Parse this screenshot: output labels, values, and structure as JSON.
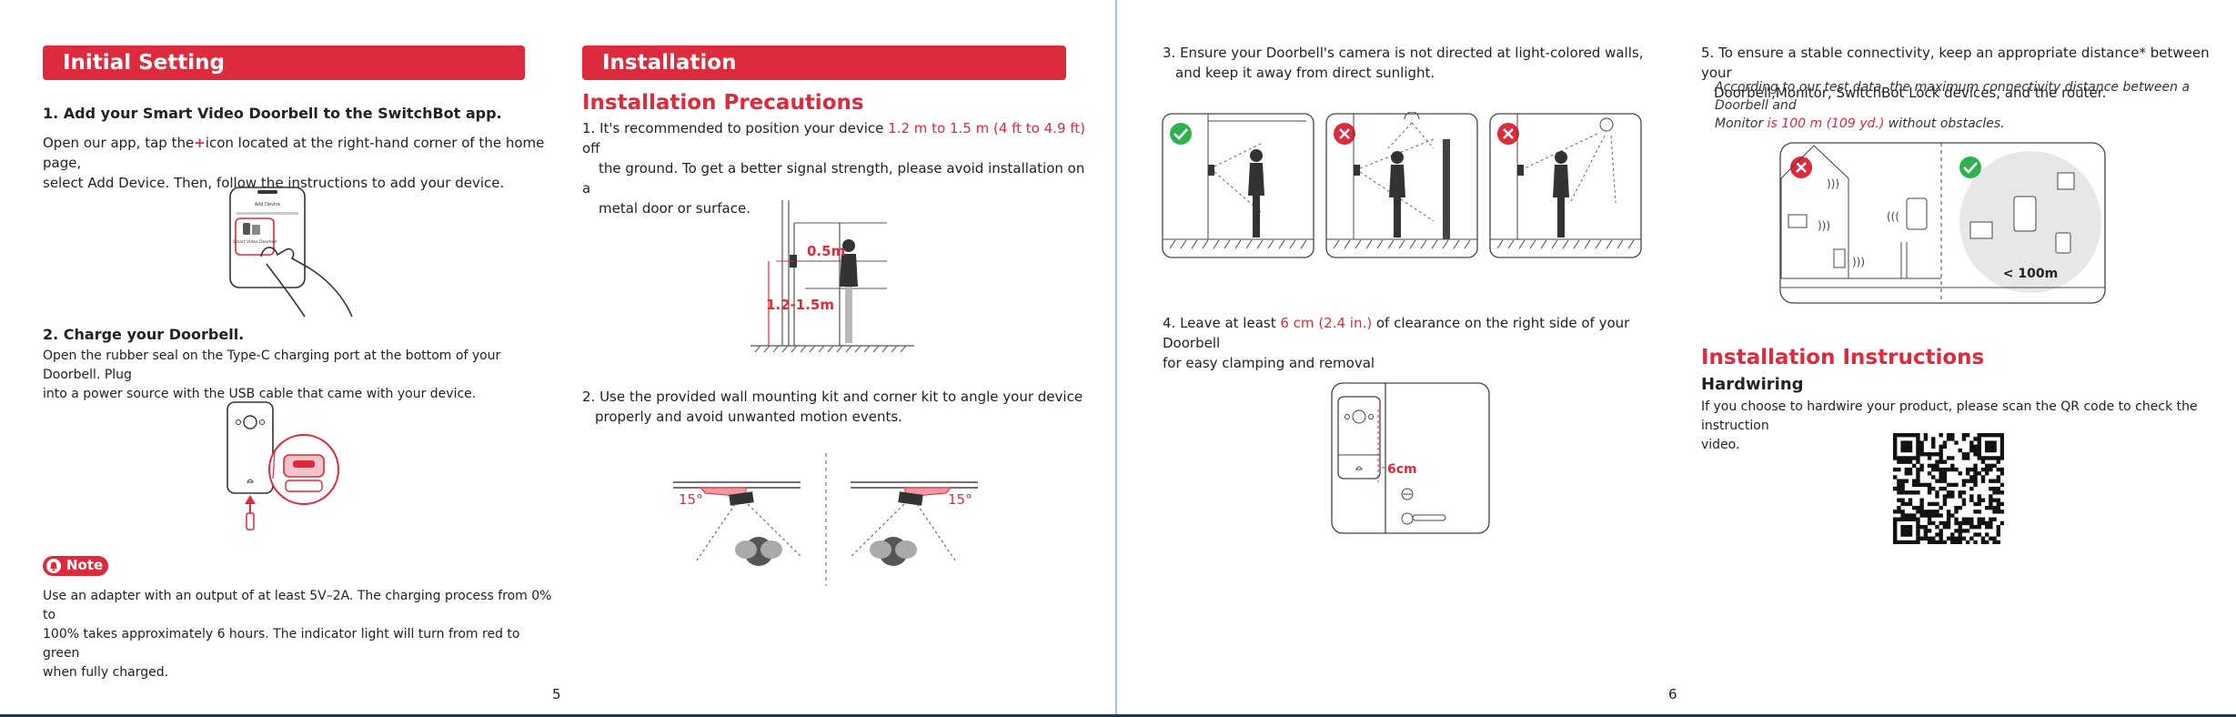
{
  "left_page": {
    "section1_title": "Initial Setting",
    "step1": {
      "heading": "1. Add your Smart Video Doorbell to the SwitchBot app.",
      "text_a": "Open our app, tap the",
      "plus_icon": "+",
      "text_b": "icon located at the right-hand corner of the home page,",
      "text_c": "select Add Device. Then, follow the instructions to add your device.",
      "phone_header": "Add Device",
      "phone_tile_label": "Smart Video Doorbell"
    },
    "step2": {
      "heading": "2. Charge your Doorbell.",
      "line1": "Open the rubber seal on the Type-C charging port at the bottom of your Doorbell. Plug",
      "line2": "into a power source with the USB cable that came with your device."
    },
    "note": {
      "label": "Note",
      "line1": "Use an adapter with an output of at least 5V–2A. The charging process from 0% to",
      "line2": "100% takes approximately 6 hours. The indicator light will turn from red to green",
      "line3": "when fully charged."
    },
    "page_number": "5",
    "section2_title": "Installation",
    "precautions_title": "Installation Precautions",
    "prec1": {
      "num": "1.",
      "a": "It's recommended to position your device ",
      "red": "1.2 m to 1.5 m (4 ft to 4.9 ft)",
      "b": " off",
      "line2": "the ground. To get a better signal strength, please avoid installation on a",
      "line3": "metal door or surface.",
      "fig_label_a": "0.5m",
      "fig_label_b": "1.2-1.5m"
    },
    "prec2": {
      "line1": "2. Use the provided wall mounting kit and corner kit to angle your device",
      "line2": "properly and avoid unwanted motion events.",
      "angle_left": "15°",
      "angle_right": "15°"
    }
  },
  "right_page": {
    "prec3": {
      "line1": "3. Ensure your Doorbell's camera is not directed at light-colored walls,",
      "line2": "and keep it  away from direct sunlight."
    },
    "prec4": {
      "a": "4. Leave at least ",
      "red": "6 cm (2.4 in.)",
      "b": " of clearance on the right side of your Doorbell",
      "line2": "for easy clamping and removal",
      "fig_label": "6cm"
    },
    "prec5": {
      "line1": "5. To ensure a stable connectivity, keep an appropriate distance* between your",
      "line2": "Doorbell,Monitor, SwitchBot Lock devices, and the router.",
      "note_a": "According to our test data, the maximum connectivity distance between a Doorbell and",
      "note_b": "Monitor ",
      "note_red": "is 100 m  (109 yd.)",
      "note_c": " without obstacles.",
      "fig_label": "< 100m"
    },
    "instructions_title": "Installation Instructions",
    "hardwiring": {
      "heading": "Hardwiring",
      "line1": "If you choose to hardwire your product, please scan the QR code to check the instruction",
      "line2": "video."
    },
    "page_number": "6"
  },
  "colors": {
    "accent": "#dd2a3c",
    "ok": "#2fb24c",
    "divider": "#9cc6ea"
  }
}
